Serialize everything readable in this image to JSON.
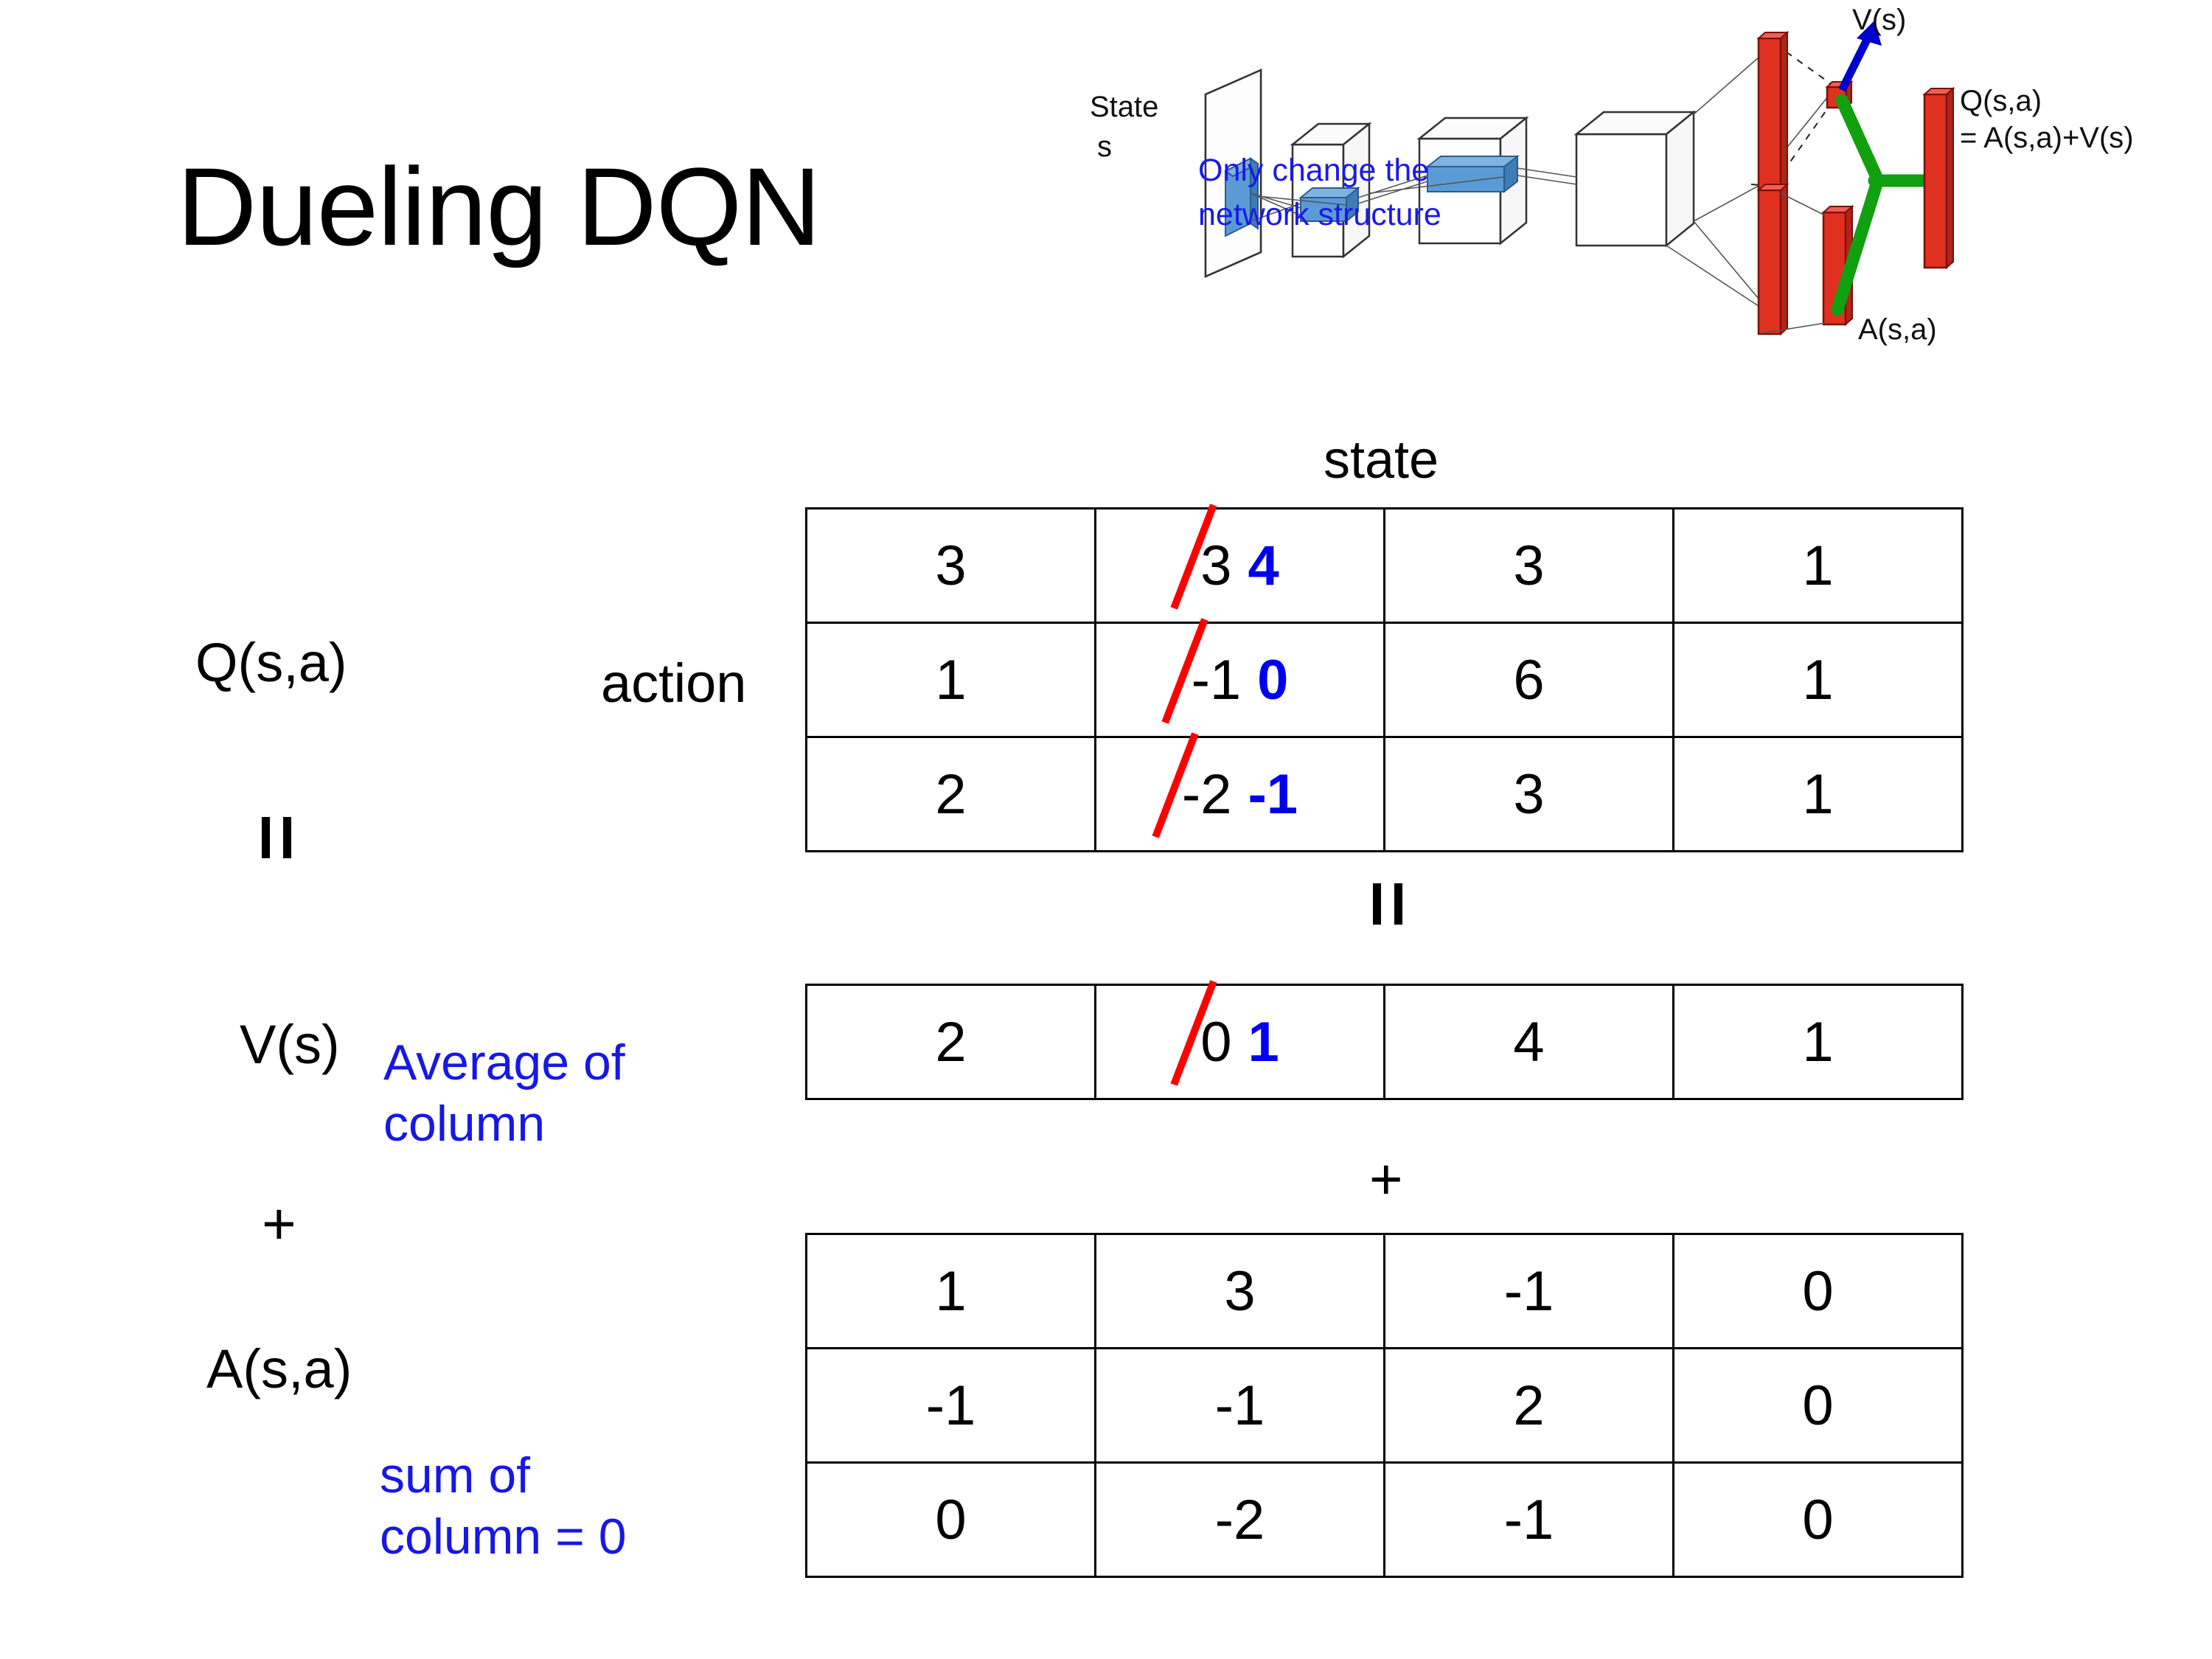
{
  "slide": {
    "title": "Dueling DQN"
  },
  "diagram": {
    "state_label_line1": "State",
    "state_label_line2": "s",
    "note_line1": "Only change the",
    "note_line2": "network structure",
    "v_label": "V(s)",
    "a_label": "A(s,a)",
    "q_label_line1": "Q(s,a)",
    "q_label_line2": "= A(s,a)+V(s)",
    "colors": {
      "note": "#1a1ae8",
      "arrow": "#0000cc",
      "bar": "#e03020",
      "merge": "#10a010",
      "layer": "#5b9bd5"
    }
  },
  "labels": {
    "state": "state",
    "action": "action",
    "q": "Q(s,a)",
    "v": "V(s)",
    "a": "A(s,a)",
    "equals": "=",
    "plus": "+",
    "avg_line1": "Average of",
    "avg_line2": "column",
    "sum_line1": "sum of",
    "sum_line2": "column = 0",
    "annotation_color": "#1717e6",
    "edit_old_color": "#ff0000",
    "edit_new_color": "#0000ee"
  },
  "chart_data": {
    "type": "table",
    "title": "Dueling DQN value decomposition",
    "axis_labels": {
      "columns": "state",
      "rows": "action"
    },
    "tables": [
      {
        "name": "Q(s,a)",
        "rows": [
          [
            {
              "value": "3"
            },
            {
              "value": "3",
              "edited": true,
              "new_value": "4"
            },
            {
              "value": "3"
            },
            {
              "value": "1"
            }
          ],
          [
            {
              "value": "1"
            },
            {
              "value": "-1",
              "edited": true,
              "new_value": "0"
            },
            {
              "value": "6"
            },
            {
              "value": "1"
            }
          ],
          [
            {
              "value": "2"
            },
            {
              "value": "-2",
              "edited": true,
              "new_value": "-1"
            },
            {
              "value": "3"
            },
            {
              "value": "1"
            }
          ]
        ]
      },
      {
        "name": "V(s)",
        "rows": [
          [
            {
              "value": "2"
            },
            {
              "value": "0",
              "edited": true,
              "new_value": "1"
            },
            {
              "value": "4"
            },
            {
              "value": "1"
            }
          ]
        ]
      },
      {
        "name": "A(s,a)",
        "rows": [
          [
            {
              "value": "1"
            },
            {
              "value": "3"
            },
            {
              "value": "-1"
            },
            {
              "value": "0"
            }
          ],
          [
            {
              "value": "-1"
            },
            {
              "value": "-1"
            },
            {
              "value": "2"
            },
            {
              "value": "0"
            }
          ],
          [
            {
              "value": "0"
            },
            {
              "value": "-2"
            },
            {
              "value": "-1"
            },
            {
              "value": "0"
            }
          ]
        ]
      }
    ],
    "relations": [
      "Q(s,a) = V(s) + A(s,a)"
    ]
  }
}
